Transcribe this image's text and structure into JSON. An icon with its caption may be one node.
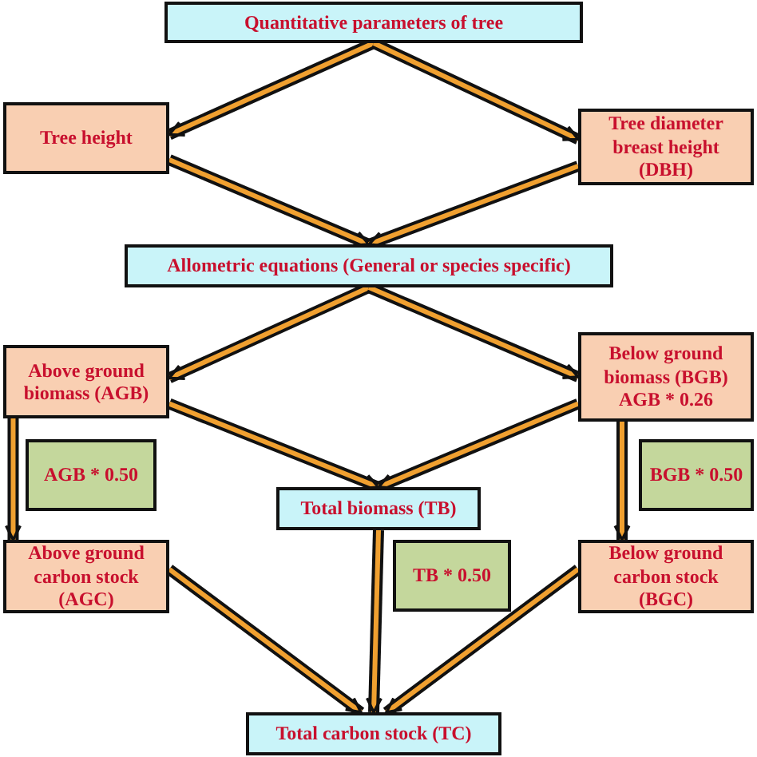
{
  "diagram": {
    "nodes": [
      {
        "text": [
          "Quantitative parameters of tree"
        ]
      },
      {
        "text": [
          "Tree height"
        ]
      },
      {
        "text": [
          "Tree diameter breast height (DBH)"
        ]
      },
      {
        "text": [
          "Allometric equations (General or species specific)"
        ]
      },
      {
        "text": [
          "Above ground biomass (AGB)"
        ]
      },
      {
        "text": [
          "Below ground biomass (BGB)",
          "AGB * 0.26"
        ]
      },
      {
        "text": [
          "AGB * 0.50"
        ]
      },
      {
        "text": [
          "BGB * 0.50"
        ]
      },
      {
        "text": [
          "Total biomass (TB)"
        ]
      },
      {
        "text": [
          "TB * 0.50"
        ]
      },
      {
        "text": [
          "Above ground carbon stock (AGC)"
        ]
      },
      {
        "text": [
          "Below ground carbon stock (BGC)"
        ]
      },
      {
        "text": [
          "Total carbon stock (TC)"
        ]
      }
    ],
    "edges": [
      {
        "from": 0,
        "to": 1,
        "arrow": "to"
      },
      {
        "from": 0,
        "to": 2,
        "arrow": "to"
      },
      {
        "from": 1,
        "to": 3,
        "arrow": "to"
      },
      {
        "from": 2,
        "to": 3,
        "arrow": "to"
      },
      {
        "from": 3,
        "to": 4,
        "arrow": "to"
      },
      {
        "from": 3,
        "to": 5,
        "arrow": "to"
      },
      {
        "from": 4,
        "to": 8,
        "arrow": "to"
      },
      {
        "from": 5,
        "to": 8,
        "arrow": "to"
      },
      {
        "from": 4,
        "to": 10,
        "arrow": "to"
      },
      {
        "from": 5,
        "to": 11,
        "arrow": "to"
      },
      {
        "from": 10,
        "to": 12,
        "arrow": "to"
      },
      {
        "from": 8,
        "to": 12,
        "arrow": "to"
      },
      {
        "from": 11,
        "to": 12,
        "arrow": "to"
      }
    ]
  }
}
